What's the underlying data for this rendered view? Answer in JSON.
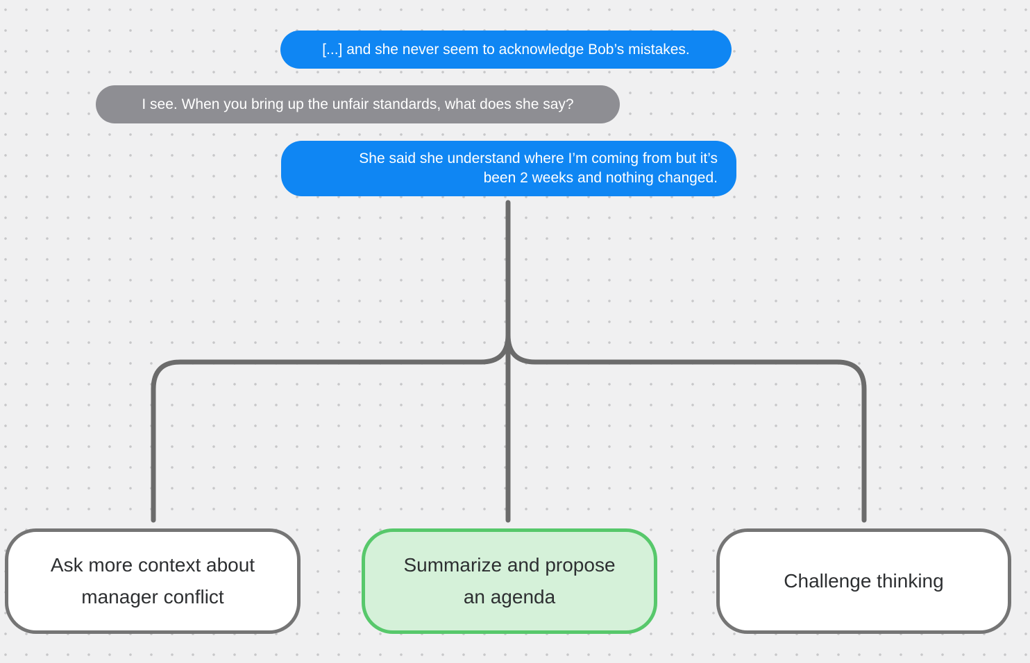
{
  "canvas": {
    "type": "conversation-tree",
    "background_color": "#f0f0f1",
    "dot_color": "#c7c7c9",
    "connector_color": "#6b6b6b"
  },
  "conversation": {
    "messages": [
      {
        "role": "user",
        "text": "[...] and she never seem to acknowledge Bob’s mistakes.",
        "bubble_color": "#0f86f3"
      },
      {
        "role": "assistant",
        "text": "I see. When you bring up the unfair standards, what does she say?",
        "bubble_color": "#8e8e93"
      },
      {
        "role": "user",
        "text": "She said she understand where I’m coming from but it’s been 2 weeks and nothing changed.",
        "bubble_color": "#0f86f3"
      }
    ],
    "options": [
      {
        "label": "Ask more context about manager conflict",
        "selected": false,
        "border_color": "#757575",
        "fill_color": "#ffffff"
      },
      {
        "label": "Summarize and propose an agenda",
        "selected": true,
        "border_color": "#57c86b",
        "fill_color": "#d5f1d9"
      },
      {
        "label": "Challenge thinking",
        "selected": false,
        "border_color": "#757575",
        "fill_color": "#ffffff"
      }
    ]
  }
}
